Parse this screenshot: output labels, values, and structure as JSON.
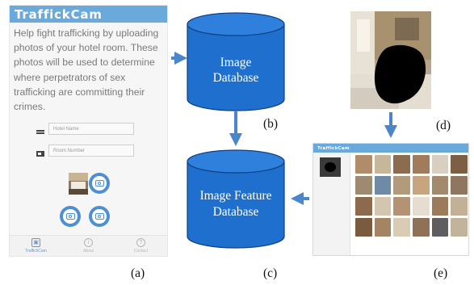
{
  "phone": {
    "title": "TraffickCam",
    "intro": "Help fight trafficking by uploading photos of your hotel room. These photos will be used to determine where perpetrators of sex trafficking are committing their crimes.",
    "hotel_placeholder": "Hotel Name",
    "room_placeholder": "Room Number",
    "nav": [
      {
        "label": "TraffickCam",
        "glyph": "camera-icon"
      },
      {
        "label": "About",
        "glyph": "info-icon"
      },
      {
        "label": "Contact",
        "glyph": "question-icon"
      }
    ]
  },
  "nodes": {
    "image_db": [
      "Image",
      "Database"
    ],
    "feature_db": [
      "Image Feature",
      "Database"
    ]
  },
  "web": {
    "title": "TraffickCam"
  },
  "labels": {
    "a": "(a)",
    "b": "(b)",
    "c": "(c)",
    "d": "(d)",
    "e": "(e)"
  },
  "colors": {
    "cylinder_fill": "#1f6fcf",
    "cylinder_stroke": "#0d3f80",
    "arrow": "#4a86c9",
    "phone_header": "#6aa9dc",
    "camera_button": "#4d8fd1",
    "mask": "#000000"
  }
}
